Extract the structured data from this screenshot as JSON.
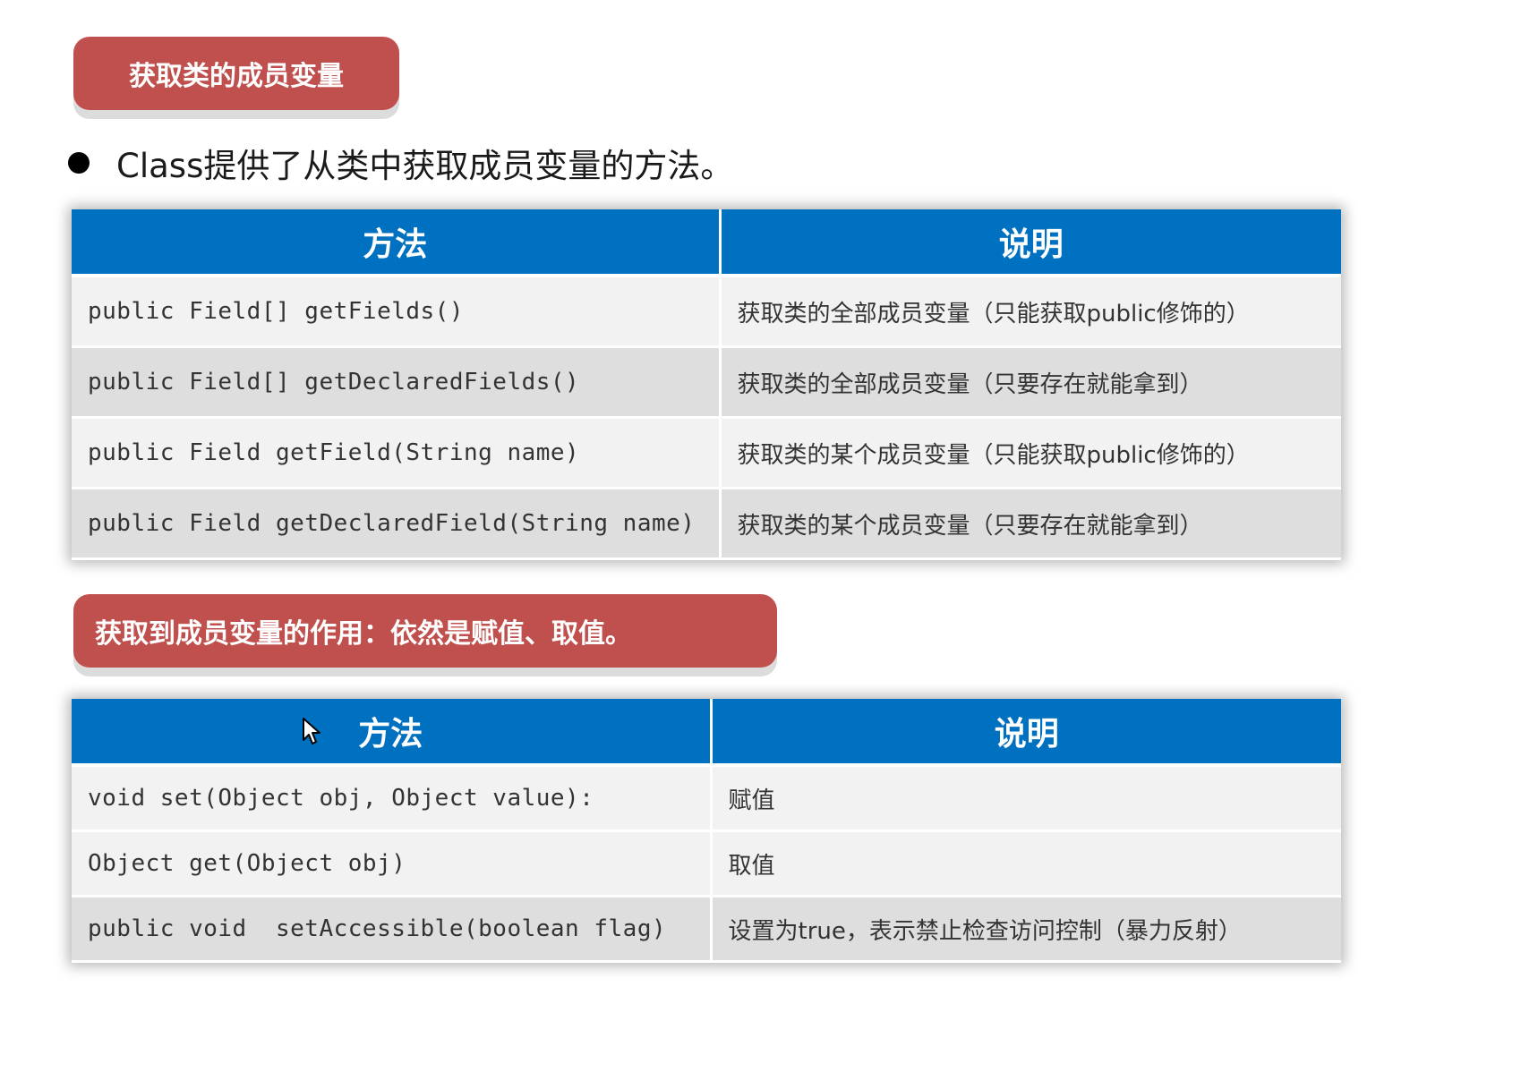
{
  "section1": {
    "title": "获取类的成员变量"
  },
  "bullet": {
    "text": "Class提供了从类中获取成员变量的方法。"
  },
  "table1": {
    "headers": [
      "方法",
      "说明"
    ],
    "rows": [
      [
        "public Field[] getFields()",
        "获取类的全部成员变量（只能获取public修饰的）"
      ],
      [
        "public Field[] getDeclaredFields()",
        "获取类的全部成员变量（只要存在就能拿到）"
      ],
      [
        "public Field getField(String name)",
        "获取类的某个成员变量（只能获取public修饰的）"
      ],
      [
        "public Field getDeclaredField(String name)",
        "获取类的某个成员变量（只要存在就能拿到）"
      ]
    ]
  },
  "section2": {
    "title": "获取到成员变量的作用：依然是赋值、取值。"
  },
  "table2": {
    "headers": [
      "方法",
      "说明"
    ],
    "rows": [
      [
        "void set(Object obj, Object value):",
        "赋值"
      ],
      [
        "Object get(Object obj)",
        "取值"
      ],
      [
        "public void  setAccessible(boolean flag)",
        "设置为true，表示禁止检查访问控制（暴力反射）"
      ]
    ]
  },
  "colors": {
    "pill": "#c0504d",
    "header": "#0070c0",
    "row_light": "#f2f2f2",
    "row_dark": "#dedede"
  },
  "icons": {
    "cursor": "mouse-pointer-icon"
  }
}
